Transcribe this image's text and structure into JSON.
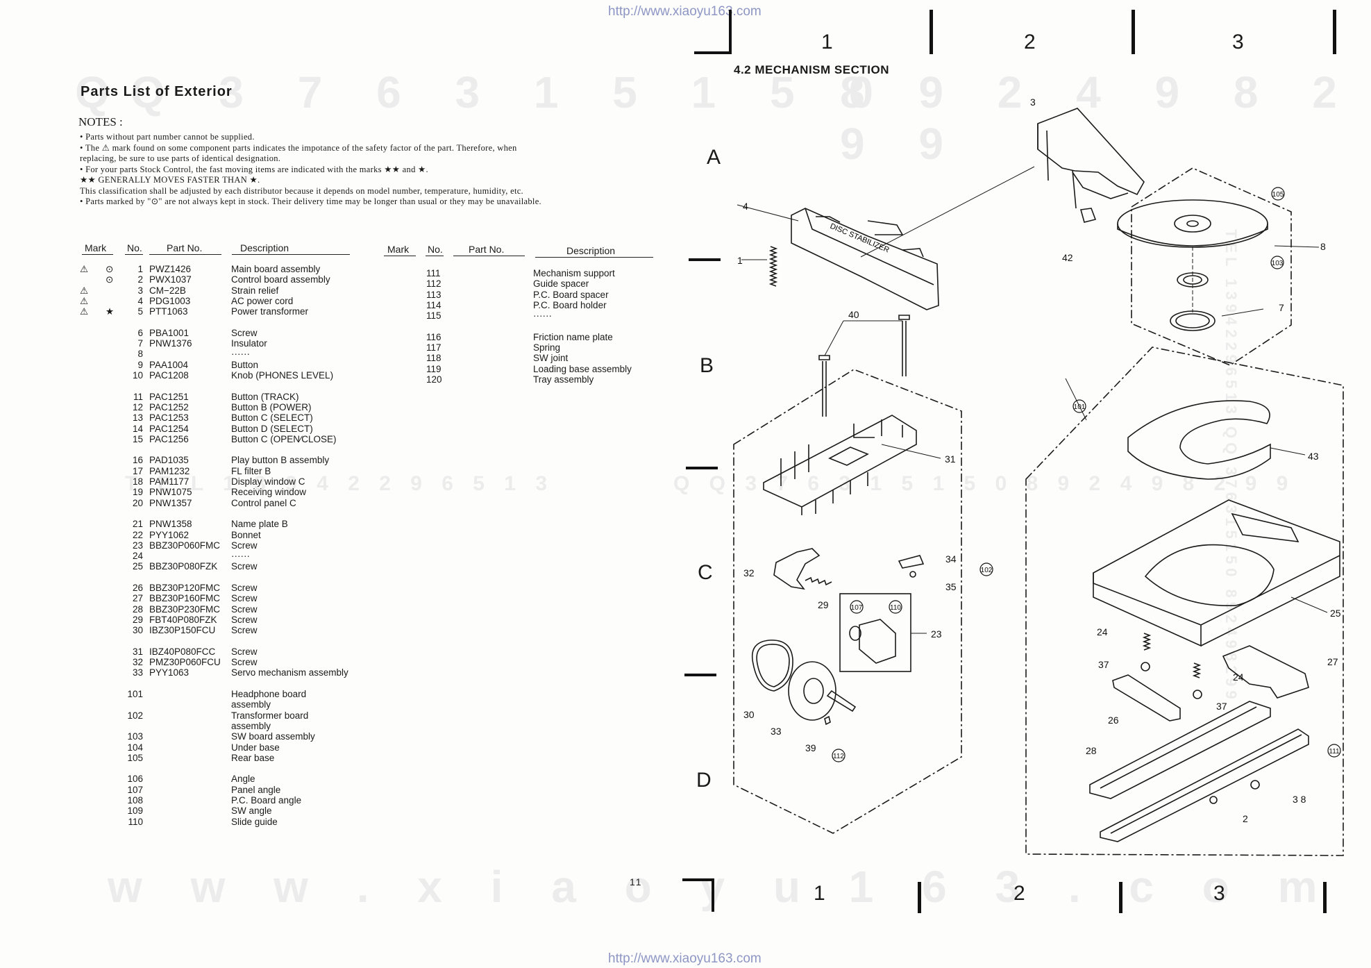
{
  "header_url": "http://www.xiaoyu163.com",
  "footer_url": "http://www.xiaoyu163.com",
  "title": "Parts List of Exterior",
  "section_title": "4.2 MECHANISM SECTION",
  "notes": {
    "heading": "NOTES :",
    "lines": [
      "• Parts without part number cannot be supplied.",
      "• The ⚠ mark found on some component parts indicates the impotance of the safety factor of the part. Therefore, when",
      "   replacing, be sure to use parts of identical designation.",
      "• For your parts Stock Control, the fast moving items are indicated with the marks ★★ and ★.",
      "   ★★ GENERALLY MOVES FASTER THAN ★.",
      "   This classification shall be adjusted by each distributor because it depends on model number, temperature, humidity, etc.",
      "• Parts marked by \"⊙\" are not always kept in stock. Their delivery time may be longer than usual or they may be unavailable."
    ]
  },
  "table_headers": {
    "mark": "Mark",
    "no": "No.",
    "part_no": "Part No.",
    "description": "Description"
  },
  "parts_left": [
    {
      "mark": "⚠",
      "mark2": "⊙",
      "no": "1",
      "part": "PWZ1426",
      "desc": "Main board assembly"
    },
    {
      "mark": "",
      "mark2": "⊙",
      "no": "2",
      "part": "PWX1037",
      "desc": "Control board assembly"
    },
    {
      "mark": "⚠",
      "mark2": "",
      "no": "3",
      "part": "CM−22B",
      "desc": "Strain relief"
    },
    {
      "mark": "⚠",
      "mark2": "",
      "no": "4",
      "part": "PDG1003",
      "desc": "AC power cord"
    },
    {
      "mark": "⚠",
      "mark2": "★",
      "no": "5",
      "part": "PTT1063",
      "desc": "Power transformer"
    },
    {
      "mark": "",
      "mark2": "",
      "no": "6",
      "part": "PBA1001",
      "desc": "Screw"
    },
    {
      "mark": "",
      "mark2": "",
      "no": "7",
      "part": "PNW1376",
      "desc": "Insulator"
    },
    {
      "mark": "",
      "mark2": "",
      "no": "8",
      "part": "",
      "desc": "······"
    },
    {
      "mark": "",
      "mark2": "",
      "no": "9",
      "part": "PAA1004",
      "desc": "Button"
    },
    {
      "mark": "",
      "mark2": "",
      "no": "10",
      "part": "PAC1208",
      "desc": "Knob (PHONES LEVEL)"
    },
    {
      "mark": "",
      "mark2": "",
      "no": "11",
      "part": "PAC1251",
      "desc": "Button (TRACK)"
    },
    {
      "mark": "",
      "mark2": "",
      "no": "12",
      "part": "PAC1252",
      "desc": "Button B (POWER)"
    },
    {
      "mark": "",
      "mark2": "",
      "no": "13",
      "part": "PAC1253",
      "desc": "Button C (SELECT)"
    },
    {
      "mark": "",
      "mark2": "",
      "no": "14",
      "part": "PAC1254",
      "desc": "Button D (SELECT)"
    },
    {
      "mark": "",
      "mark2": "",
      "no": "15",
      "part": "PAC1256",
      "desc": "Button C (OPEN∕CLOSE)"
    },
    {
      "mark": "",
      "mark2": "",
      "no": "16",
      "part": "PAD1035",
      "desc": "Play button B assembly"
    },
    {
      "mark": "",
      "mark2": "",
      "no": "17",
      "part": "PAM1232",
      "desc": "FL filter B"
    },
    {
      "mark": "",
      "mark2": "",
      "no": "18",
      "part": "PAM1177",
      "desc": "Display window C"
    },
    {
      "mark": "",
      "mark2": "",
      "no": "19",
      "part": "PNW1075",
      "desc": "Receiving window"
    },
    {
      "mark": "",
      "mark2": "",
      "no": "20",
      "part": "PNW1357",
      "desc": "Control panel C"
    },
    {
      "mark": "",
      "mark2": "",
      "no": "21",
      "part": "PNW1358",
      "desc": "Name plate B"
    },
    {
      "mark": "",
      "mark2": "",
      "no": "22",
      "part": "PYY1062",
      "desc": "Bonnet"
    },
    {
      "mark": "",
      "mark2": "",
      "no": "23",
      "part": "BBZ30P060FMC",
      "desc": "Screw"
    },
    {
      "mark": "",
      "mark2": "",
      "no": "24",
      "part": "",
      "desc": "······"
    },
    {
      "mark": "",
      "mark2": "",
      "no": "25",
      "part": "BBZ30P080FZK",
      "desc": "Screw"
    },
    {
      "mark": "",
      "mark2": "",
      "no": "26",
      "part": "BBZ30P120FMC",
      "desc": "Screw"
    },
    {
      "mark": "",
      "mark2": "",
      "no": "27",
      "part": "BBZ30P160FMC",
      "desc": "Screw"
    },
    {
      "mark": "",
      "mark2": "",
      "no": "28",
      "part": "BBZ30P230FMC",
      "desc": "Screw"
    },
    {
      "mark": "",
      "mark2": "",
      "no": "29",
      "part": "FBT40P080FZK",
      "desc": "Screw"
    },
    {
      "mark": "",
      "mark2": "",
      "no": "30",
      "part": "IBZ30P150FCU",
      "desc": "Screw"
    },
    {
      "mark": "",
      "mark2": "",
      "no": "31",
      "part": "IBZ40P080FCC",
      "desc": "Screw"
    },
    {
      "mark": "",
      "mark2": "",
      "no": "32",
      "part": "PMZ30P060FCU",
      "desc": "Screw"
    },
    {
      "mark": "",
      "mark2": "",
      "no": "33",
      "part": "PYY1063",
      "desc": "Servo mechanism assembly"
    },
    {
      "mark": "",
      "mark2": "",
      "no": "101",
      "part": "",
      "desc": "Headphone board"
    },
    {
      "mark": "",
      "mark2": "",
      "no": "",
      "part": "",
      "desc": "assembly"
    },
    {
      "mark": "",
      "mark2": "",
      "no": "102",
      "part": "",
      "desc": "Transformer board"
    },
    {
      "mark": "",
      "mark2": "",
      "no": "",
      "part": "",
      "desc": "assembly"
    },
    {
      "mark": "",
      "mark2": "",
      "no": "103",
      "part": "",
      "desc": "SW board assembly"
    },
    {
      "mark": "",
      "mark2": "",
      "no": "104",
      "part": "",
      "desc": "Under base"
    },
    {
      "mark": "",
      "mark2": "",
      "no": "105",
      "part": "",
      "desc": "Rear base"
    },
    {
      "mark": "",
      "mark2": "",
      "no": "106",
      "part": "",
      "desc": "Angle"
    },
    {
      "mark": "",
      "mark2": "",
      "no": "107",
      "part": "",
      "desc": "Panel angle"
    },
    {
      "mark": "",
      "mark2": "",
      "no": "108",
      "part": "",
      "desc": "P.C. Board angle"
    },
    {
      "mark": "",
      "mark2": "",
      "no": "109",
      "part": "",
      "desc": "SW angle"
    },
    {
      "mark": "",
      "mark2": "",
      "no": "110",
      "part": "",
      "desc": "Slide guide"
    }
  ],
  "parts_right": [
    {
      "no": "111",
      "desc": "Mechanism support"
    },
    {
      "no": "112",
      "desc": "Guide spacer"
    },
    {
      "no": "113",
      "desc": "P.C. Board spacer"
    },
    {
      "no": "114",
      "desc": "P.C. Board holder"
    },
    {
      "no": "115",
      "desc": "······"
    },
    {
      "no": "116",
      "desc": "Friction name plate"
    },
    {
      "no": "117",
      "desc": "Spring"
    },
    {
      "no": "118",
      "desc": "SW joint"
    },
    {
      "no": "119",
      "desc": "Loading base assembly"
    },
    {
      "no": "120",
      "desc": "Tray assembly"
    }
  ],
  "grid": {
    "columns": [
      "1",
      "2",
      "3"
    ],
    "rows": [
      "A",
      "B",
      "C",
      "D"
    ]
  },
  "page_number": "11",
  "watermarks": {
    "top_left": "QQ 3 7 6 3 1 5 1 5 0",
    "top_right": "8 9 2 4 9 8 2 9 9",
    "middle": "T E L   1 3 9 4 2 2 9 6 5 1 3",
    "middle2": "Q Q   3 7 6 3 1 5 1 5 0   8 9 2 4 9 8 2 9 9",
    "bottom": "w w w . x i a o y u 1 6 3 . c o m",
    "side": "TEL 13942296513  QQ 376315150  892498299"
  },
  "disc_label": "DISC STABILIZER",
  "callouts": [
    "1",
    "2",
    "3",
    "4",
    "7",
    "8",
    "23",
    "24",
    "24",
    "25",
    "26",
    "27",
    "28",
    "29",
    "30",
    "31",
    "32",
    "33",
    "34",
    "35",
    "37",
    "37",
    "3 8",
    "39",
    "40",
    "42",
    "43"
  ],
  "circled_callouts": [
    "101",
    "102",
    "103",
    "105",
    "107",
    "110",
    "111",
    "112"
  ]
}
